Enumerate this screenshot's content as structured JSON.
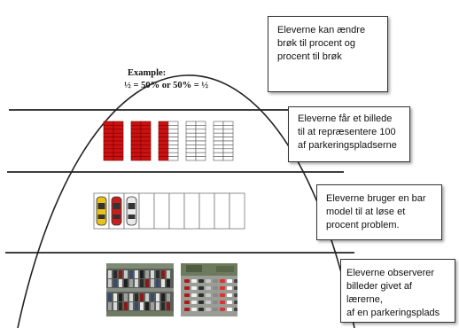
{
  "example": {
    "heading": "Example:",
    "formula": "½ = 50% or 50% = ½"
  },
  "boxes": [
    {
      "lines": [
        "Eleverne kan ændre",
        "brøk til procent og",
        "procent til brøk"
      ]
    },
    {
      "lines": [
        "Eleverne får et billede",
        "til at repræsentere 100",
        "af parkeringspladserne"
      ]
    },
    {
      "lines": [
        "Eleverne bruger en bar",
        "model til at løse et",
        "procent problem."
      ]
    },
    {
      "lines": [
        "Eleverne observerer",
        "billeder givet af lærerne,",
        "af en parkeringsplads"
      ]
    }
  ],
  "hundred_grids": {
    "count": 5,
    "filled_fraction": 0.5,
    "fill_color": "#cc1111"
  },
  "bar_model": {
    "cells": 10,
    "cars": [
      "yellow-car",
      "red-car",
      "white-car"
    ]
  },
  "photos": [
    "aerial-parking-lot-photo",
    "parking-lot-photo"
  ],
  "colors": {
    "red": "#cc1111",
    "line": "#222222"
  }
}
